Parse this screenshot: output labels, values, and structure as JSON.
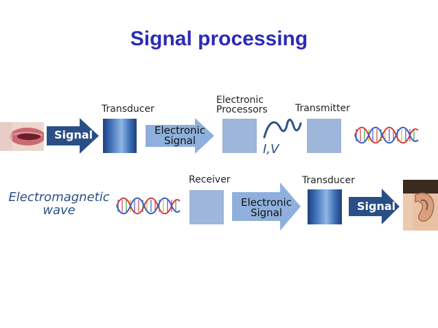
{
  "title": "Signal processing",
  "row1": {
    "signal_label": "Signal",
    "transducer_label": "Transducer",
    "electronic_signal_line1": "Electronic",
    "electronic_signal_line2": "Signal",
    "processors_line1": "Electronic",
    "processors_line2": "Processors",
    "iv_label": "I,V",
    "transmitter_label": "Transmitter"
  },
  "row2": {
    "em_wave_line1": "Electromagnetic",
    "em_wave_line2": "wave",
    "receiver_label": "Receiver",
    "electronic_signal_line1": "Electronic",
    "electronic_signal_line2": "Signal",
    "transducer_label": "Transducer",
    "signal_label": "Signal"
  },
  "colors": {
    "title": "#2b2bb8",
    "dark_arrow": "#2a4f86",
    "light_arrow": "#8fb0dc",
    "box": "#9db6d9",
    "wave_red": "#d33a3a",
    "wave_blue": "#3a58c9"
  },
  "icons": [
    "mouth-image",
    "ear-image",
    "dna-wave-icon",
    "signal-waveform-icon"
  ]
}
